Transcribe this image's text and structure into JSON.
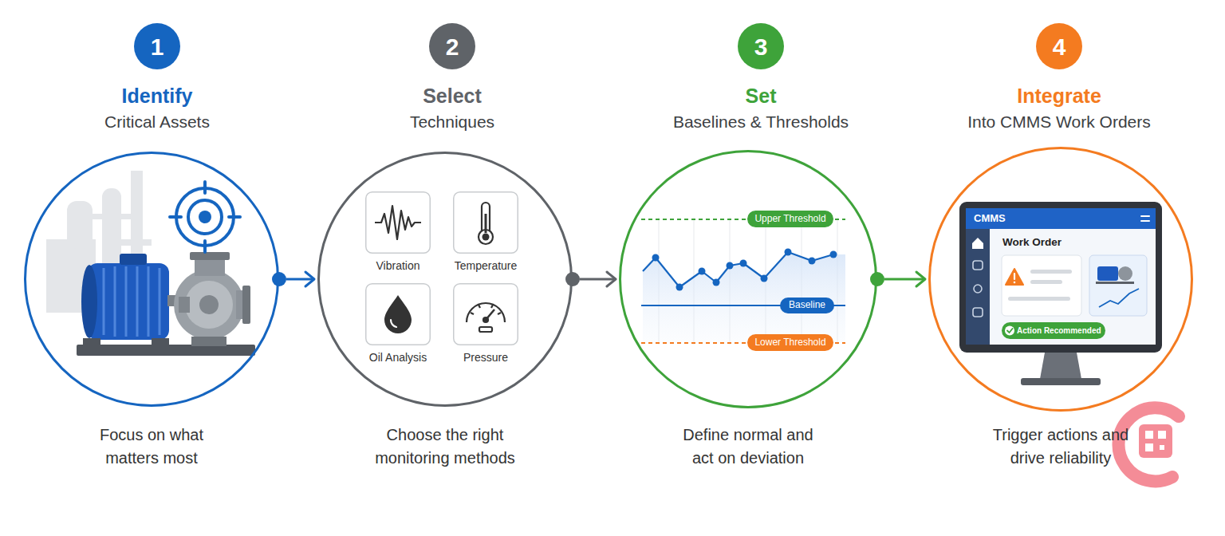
{
  "diagram": {
    "nodes": [
      {
        "text": [
          "1"
        ]
      },
      {
        "text": [
          "Identify",
          "Critical Assets",
          "Focus on what matters most"
        ]
      },
      {
        "text": [
          "2"
        ]
      },
      {
        "text": [
          "Select",
          "Techniques",
          "Choose the right monitoring methods"
        ]
      },
      {
        "text": [
          "Vibration"
        ],
        "in": 3
      },
      {
        "text": [
          "Temperature"
        ],
        "in": 3
      },
      {
        "text": [
          "Oil Analysis"
        ],
        "in": 3
      },
      {
        "text": [
          "Pressure"
        ],
        "in": 3
      },
      {
        "text": [
          "3"
        ]
      },
      {
        "text": [
          "Set",
          "Baselines & Thresholds",
          "Define normal and act on deviation"
        ]
      },
      {
        "text": [
          "Upper Threshold"
        ],
        "in": 9
      },
      {
        "text": [
          "Baseline"
        ],
        "in": 9
      },
      {
        "text": [
          "Lower Threshold"
        ],
        "in": 9
      },
      {
        "text": [
          "4"
        ]
      },
      {
        "text": [
          "Integrate",
          "Into CMMS Work Orders",
          "Trigger actions and drive reliability"
        ]
      },
      {
        "text": [
          "CMMS",
          "Work Order"
        ],
        "in": 14
      },
      {
        "text": [
          "Action Recommended"
        ],
        "in": 15
      }
    ],
    "edges": [
      {
        "from": 1,
        "to": 3,
        "arrow": "to"
      },
      {
        "from": 3,
        "to": 9,
        "arrow": "to"
      },
      {
        "from": 9,
        "to": 14,
        "arrow": "to"
      }
    ]
  }
}
